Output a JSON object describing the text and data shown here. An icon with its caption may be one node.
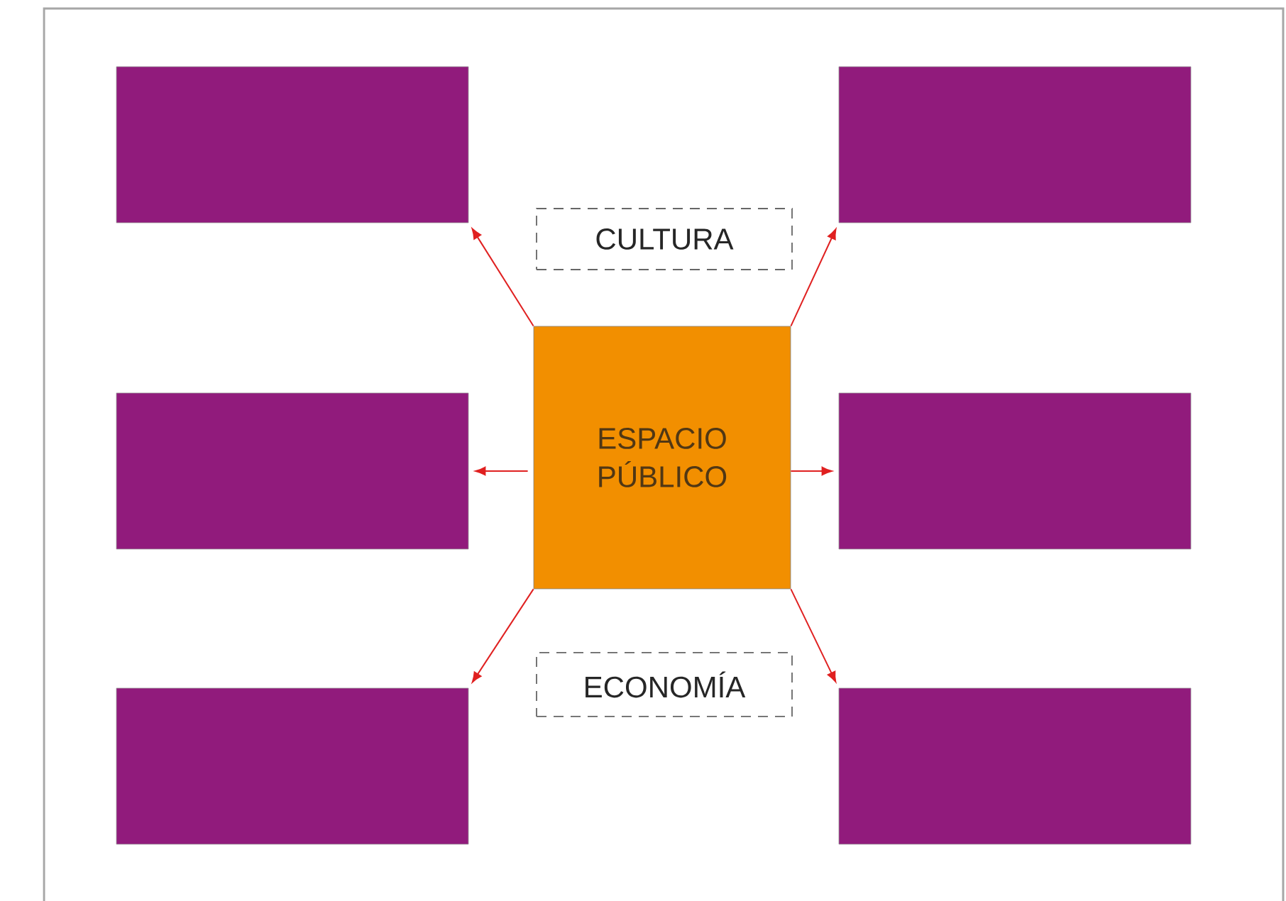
{
  "diagram": {
    "nodes": [
      {
        "text": [],
        "shape": "box"
      },
      {
        "text": [],
        "shape": "box"
      },
      {
        "text": [
          "CULTURA"
        ]
      },
      {
        "text": [
          "ESPACIO PÚBLICO"
        ]
      },
      {
        "text": [],
        "shape": "box"
      },
      {
        "text": [],
        "shape": "box"
      },
      {
        "text": [
          "ECONOMÍA"
        ]
      },
      {
        "text": [],
        "shape": "box"
      },
      {
        "text": [],
        "shape": "box"
      }
    ],
    "edges": [
      {
        "from": 3,
        "to": 0,
        "arrow": "to"
      },
      {
        "from": 3,
        "to": 1,
        "arrow": "to"
      },
      {
        "from": 3,
        "to": 4,
        "arrow": "to"
      },
      {
        "from": 3,
        "to": 5,
        "arrow": "to"
      },
      {
        "from": 3,
        "to": 7,
        "arrow": "to"
      },
      {
        "from": 3,
        "to": 8,
        "arrow": "to"
      }
    ]
  }
}
